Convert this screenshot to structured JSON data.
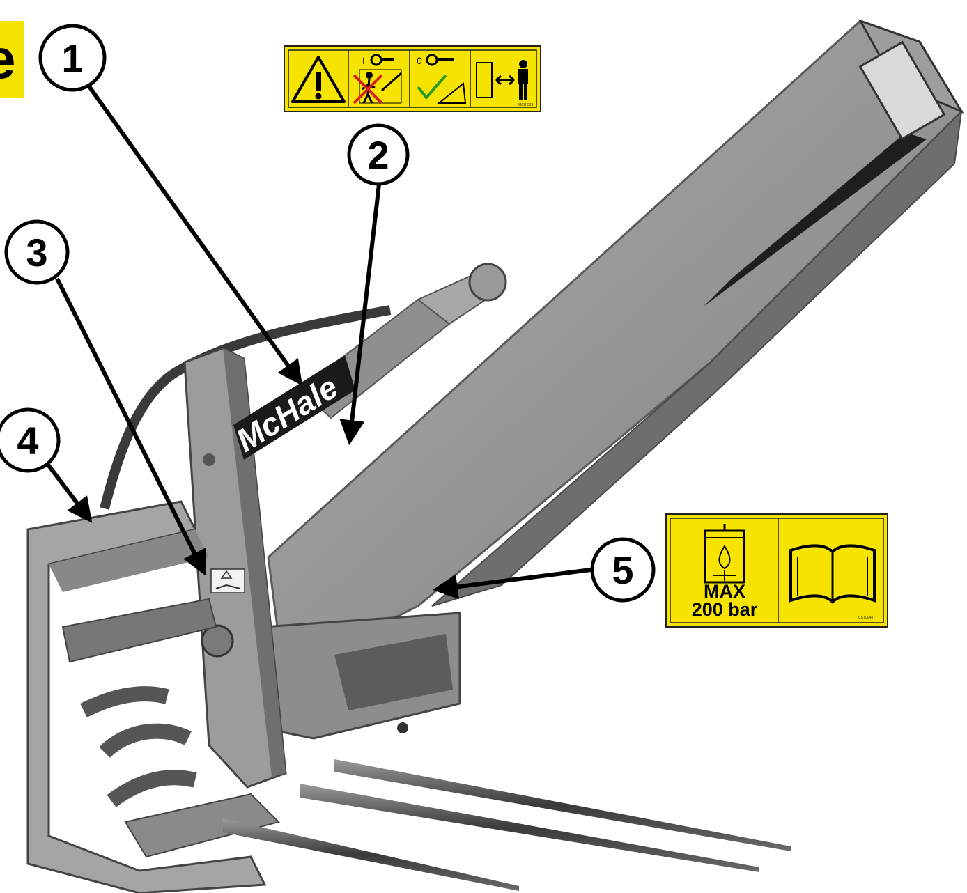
{
  "brand_logo": "McHale",
  "corner_logo": "e",
  "callouts": [
    {
      "id": 1,
      "label": "1"
    },
    {
      "id": 2,
      "label": "2"
    },
    {
      "id": 3,
      "label": "3"
    },
    {
      "id": 4,
      "label": "4"
    },
    {
      "id": 5,
      "label": "5"
    }
  ],
  "decal_pressure": {
    "max_label": "MAX",
    "pressure_label": "200 bar"
  },
  "icons": {
    "warning": "warning-triangle-icon",
    "key_off": "key-off-icon",
    "key_on": "key-on-icon",
    "keep_distance": "keep-distance-icon",
    "hydraulic_pressure": "hydraulic-accumulator-icon",
    "manual": "operator-manual-icon"
  },
  "colors": {
    "decal_yellow": "#f7e300",
    "machine_gray": "#8a8a8a",
    "cross_red": "#d42020",
    "check_green": "#2a9a2a"
  }
}
